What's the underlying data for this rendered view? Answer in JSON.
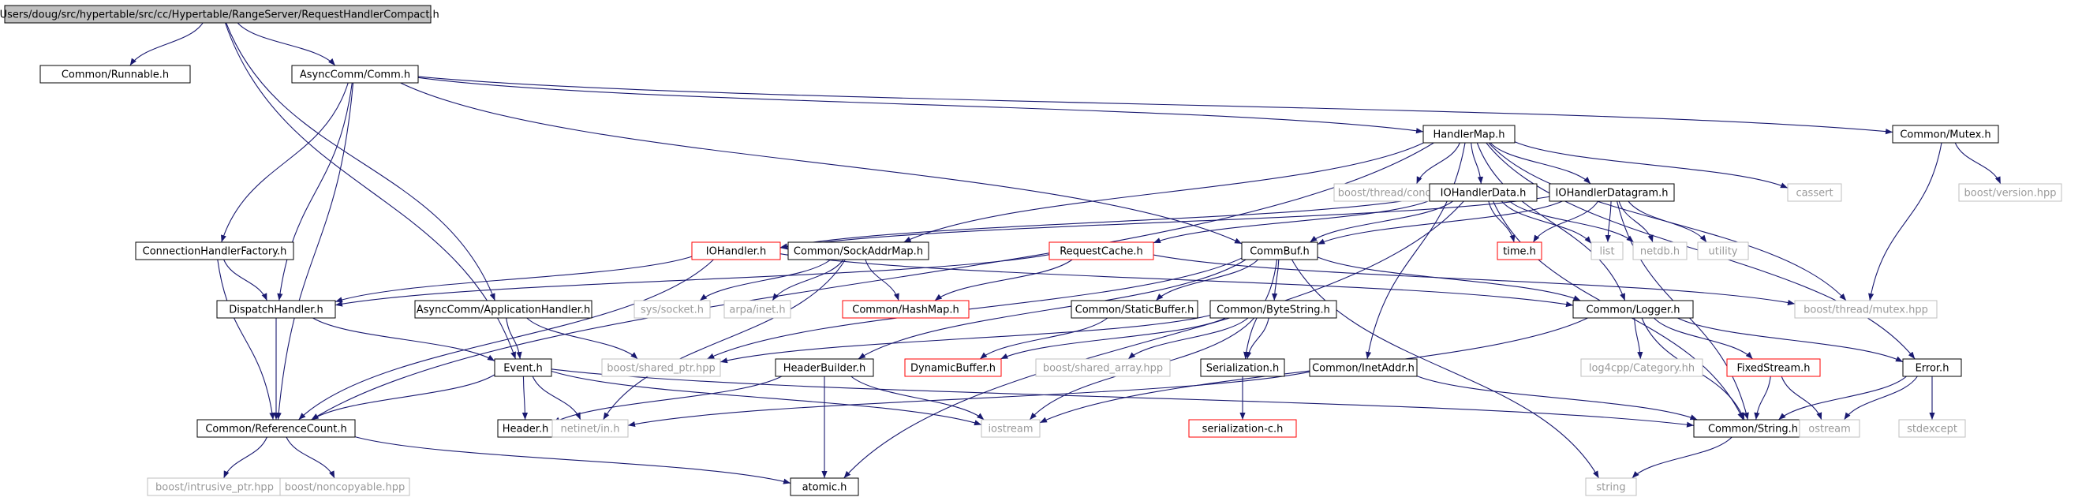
{
  "graph": {
    "nodes": [
      {
        "id": "root",
        "label": "/Users/doug/src/hypertable/src/cc/Hypertable/RangeServer/RequestHandlerCompact.h",
        "style": "root"
      },
      {
        "id": "runnable",
        "label": "Common/Runnable.h",
        "style": "normal"
      },
      {
        "id": "comm",
        "label": "AsyncComm/Comm.h",
        "style": "normal"
      },
      {
        "id": "handlermap",
        "label": "HandlerMap.h",
        "style": "normal"
      },
      {
        "id": "mutex",
        "label": "Common/Mutex.h",
        "style": "normal"
      },
      {
        "id": "bthread_cond",
        "label": "boost/thread/condition.hpp",
        "style": "ext"
      },
      {
        "id": "cassert",
        "label": "cassert",
        "style": "ext"
      },
      {
        "id": "bversion",
        "label": "boost/version.hpp",
        "style": "ext"
      },
      {
        "id": "iohandlerdata",
        "label": "IOHandlerData.h",
        "style": "normal"
      },
      {
        "id": "iohandlerdgram",
        "label": "IOHandlerDatagram.h",
        "style": "normal"
      },
      {
        "id": "connfactory",
        "label": "ConnectionHandlerFactory.h",
        "style": "normal"
      },
      {
        "id": "iohandler",
        "label": "IOHandler.h",
        "style": "red"
      },
      {
        "id": "sockaddrmap",
        "label": "Common/SockAddrMap.h",
        "style": "normal"
      },
      {
        "id": "requestcache",
        "label": "RequestCache.h",
        "style": "red"
      },
      {
        "id": "commbuf",
        "label": "CommBuf.h",
        "style": "normal"
      },
      {
        "id": "timeh",
        "label": "time.h",
        "style": "red"
      },
      {
        "id": "list",
        "label": "list",
        "style": "ext"
      },
      {
        "id": "netdb",
        "label": "netdb.h",
        "style": "ext"
      },
      {
        "id": "utility",
        "label": "utility",
        "style": "ext"
      },
      {
        "id": "bmutex",
        "label": "boost/thread/mutex.hpp",
        "style": "ext"
      },
      {
        "id": "dispatch",
        "label": "DispatchHandler.h",
        "style": "normal"
      },
      {
        "id": "apphandler",
        "label": "AsyncComm/ApplicationHandler.h",
        "style": "normal"
      },
      {
        "id": "syssocket",
        "label": "sys/socket.h",
        "style": "ext"
      },
      {
        "id": "arpainet",
        "label": "arpa/inet.h",
        "style": "ext"
      },
      {
        "id": "hashmap",
        "label": "Common/HashMap.h",
        "style": "red"
      },
      {
        "id": "staticbuf",
        "label": "Common/StaticBuffer.h",
        "style": "normal"
      },
      {
        "id": "bytestring",
        "label": "Common/ByteString.h",
        "style": "normal"
      },
      {
        "id": "logger",
        "label": "Common/Logger.h",
        "style": "normal"
      },
      {
        "id": "event",
        "label": "Event.h",
        "style": "normal"
      },
      {
        "id": "bshared",
        "label": "boost/shared_ptr.hpp",
        "style": "ext"
      },
      {
        "id": "hbuilder",
        "label": "HeaderBuilder.h",
        "style": "normal"
      },
      {
        "id": "dynbuf",
        "label": "DynamicBuffer.h",
        "style": "red"
      },
      {
        "id": "bsharedarr",
        "label": "boost/shared_array.hpp",
        "style": "ext"
      },
      {
        "id": "serialization",
        "label": "Serialization.h",
        "style": "normal"
      },
      {
        "id": "inetaddr",
        "label": "Common/InetAddr.h",
        "style": "normal"
      },
      {
        "id": "log4cpp",
        "label": "log4cpp/Category.hh",
        "style": "ext"
      },
      {
        "id": "fixedstream",
        "label": "FixedStream.h",
        "style": "red"
      },
      {
        "id": "errorh",
        "label": "Error.h",
        "style": "normal"
      },
      {
        "id": "refcount",
        "label": "Common/ReferenceCount.h",
        "style": "normal"
      },
      {
        "id": "headerh",
        "label": "Header.h",
        "style": "normal"
      },
      {
        "id": "netinet",
        "label": "netinet/in.h",
        "style": "ext"
      },
      {
        "id": "iostream",
        "label": "iostream",
        "style": "ext"
      },
      {
        "id": "serialc",
        "label": "serialization-c.h",
        "style": "red"
      },
      {
        "id": "cstring",
        "label": "Common/String.h",
        "style": "normal"
      },
      {
        "id": "ostream",
        "label": "ostream",
        "style": "ext"
      },
      {
        "id": "stdexcept",
        "label": "stdexcept",
        "style": "ext"
      },
      {
        "id": "bintrusive",
        "label": "boost/intrusive_ptr.hpp",
        "style": "ext"
      },
      {
        "id": "bnoncopy",
        "label": "boost/noncopyable.hpp",
        "style": "ext"
      },
      {
        "id": "atomic",
        "label": "atomic.h",
        "style": "normal"
      },
      {
        "id": "stringh",
        "label": "string",
        "style": "ext"
      }
    ],
    "edges": [
      [
        "root",
        "runnable"
      ],
      [
        "root",
        "comm"
      ],
      [
        "root",
        "apphandler"
      ],
      [
        "root",
        "event"
      ],
      [
        "comm",
        "handlermap"
      ],
      [
        "comm",
        "mutex"
      ],
      [
        "comm",
        "connfactory"
      ],
      [
        "comm",
        "dispatch"
      ],
      [
        "comm",
        "refcount"
      ],
      [
        "comm",
        "commbuf"
      ],
      [
        "handlermap",
        "bthread_cond"
      ],
      [
        "handlermap",
        "cassert"
      ],
      [
        "handlermap",
        "iohandlerdata"
      ],
      [
        "handlermap",
        "iohandlerdgram"
      ],
      [
        "handlermap",
        "sockaddrmap"
      ],
      [
        "handlermap",
        "refcount"
      ],
      [
        "handlermap",
        "inetaddr"
      ],
      [
        "handlermap",
        "logger"
      ],
      [
        "handlermap",
        "errorh"
      ],
      [
        "handlermap",
        "bmutex"
      ],
      [
        "mutex",
        "bversion"
      ],
      [
        "mutex",
        "bmutex"
      ],
      [
        "iohandlerdata",
        "iohandler"
      ],
      [
        "iohandlerdata",
        "requestcache"
      ],
      [
        "iohandlerdata",
        "commbuf"
      ],
      [
        "iohandlerdata",
        "timeh"
      ],
      [
        "iohandlerdata",
        "list"
      ],
      [
        "iohandlerdata",
        "netdb"
      ],
      [
        "iohandlerdata",
        "cstring"
      ],
      [
        "iohandlerdata",
        "atomic"
      ],
      [
        "iohandlerdgram",
        "iohandler"
      ],
      [
        "iohandlerdgram",
        "commbuf"
      ],
      [
        "iohandlerdgram",
        "timeh"
      ],
      [
        "iohandlerdgram",
        "list"
      ],
      [
        "iohandlerdgram",
        "netdb"
      ],
      [
        "iohandlerdgram",
        "utility"
      ],
      [
        "iohandlerdgram",
        "cstring"
      ],
      [
        "connfactory",
        "dispatch"
      ],
      [
        "connfactory",
        "refcount"
      ],
      [
        "iohandler",
        "dispatch"
      ],
      [
        "iohandler",
        "refcount"
      ],
      [
        "iohandler",
        "logger"
      ],
      [
        "sockaddrmap",
        "syssocket"
      ],
      [
        "sockaddrmap",
        "arpainet"
      ],
      [
        "sockaddrmap",
        "hashmap"
      ],
      [
        "sockaddrmap",
        "netinet"
      ],
      [
        "requestcache",
        "dispatch"
      ],
      [
        "requestcache",
        "hashmap"
      ],
      [
        "requestcache",
        "bmutex"
      ],
      [
        "commbuf",
        "staticbuf"
      ],
      [
        "commbuf",
        "bytestring"
      ],
      [
        "commbuf",
        "logger"
      ],
      [
        "commbuf",
        "bshared"
      ],
      [
        "commbuf",
        "hbuilder"
      ],
      [
        "commbuf",
        "serialization"
      ],
      [
        "commbuf",
        "stringh"
      ],
      [
        "dispatch",
        "event"
      ],
      [
        "dispatch",
        "refcount"
      ],
      [
        "apphandler",
        "event"
      ],
      [
        "apphandler",
        "bshared"
      ],
      [
        "staticbuf",
        "dynbuf"
      ],
      [
        "bytestring",
        "dynbuf"
      ],
      [
        "bytestring",
        "bsharedarr"
      ],
      [
        "bytestring",
        "serialization"
      ],
      [
        "bytestring",
        "bshared"
      ],
      [
        "bytestring",
        "iostream"
      ],
      [
        "logger",
        "log4cpp"
      ],
      [
        "logger",
        "fixedstream"
      ],
      [
        "logger",
        "errorh"
      ],
      [
        "logger",
        "cstring"
      ],
      [
        "logger",
        "iostream"
      ],
      [
        "event",
        "refcount"
      ],
      [
        "event",
        "headerh"
      ],
      [
        "event",
        "netinet"
      ],
      [
        "event",
        "iostream"
      ],
      [
        "event",
        "cstring"
      ],
      [
        "hbuilder",
        "headerh"
      ],
      [
        "hbuilder",
        "iostream"
      ],
      [
        "hbuilder",
        "atomic"
      ],
      [
        "serialization",
        "serialc"
      ],
      [
        "inetaddr",
        "netinet"
      ],
      [
        "inetaddr",
        "cstring"
      ],
      [
        "fixedstream",
        "cstring"
      ],
      [
        "fixedstream",
        "ostream"
      ],
      [
        "errorh",
        "cstring"
      ],
      [
        "errorh",
        "ostream"
      ],
      [
        "errorh",
        "stdexcept"
      ],
      [
        "refcount",
        "bintrusive"
      ],
      [
        "refcount",
        "bnoncopy"
      ],
      [
        "refcount",
        "atomic"
      ],
      [
        "cstring",
        "stringh"
      ]
    ]
  }
}
